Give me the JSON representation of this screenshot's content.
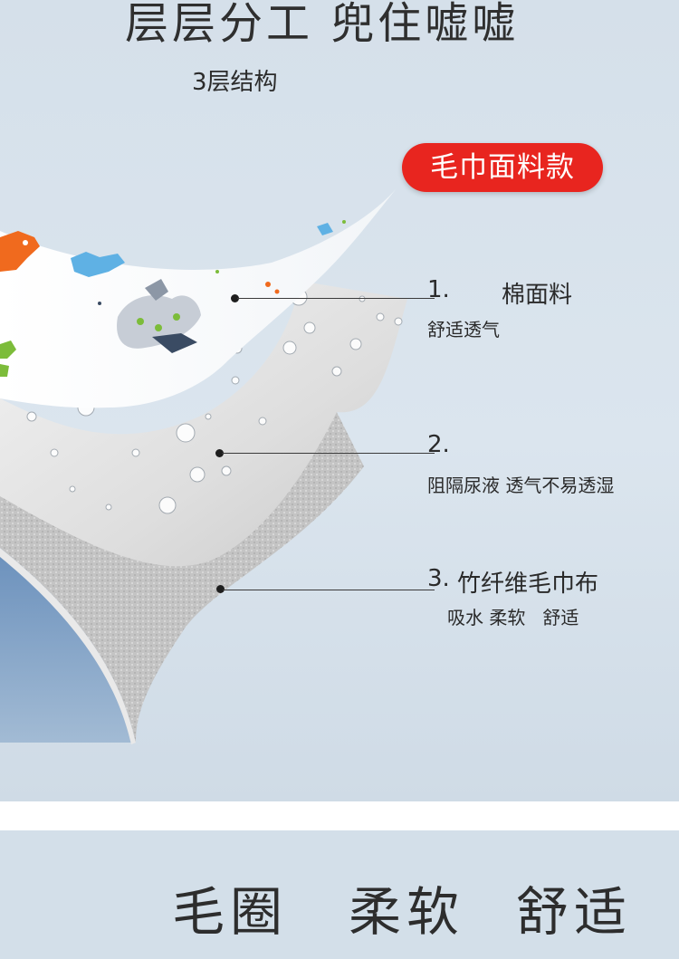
{
  "header": {
    "headline": "层层分工 兜住嘘嘘",
    "subtitle": "3层结构"
  },
  "badge": {
    "label": "毛巾面料款",
    "color": "#e8251f"
  },
  "layers": [
    {
      "number": "1.",
      "title": "棉面料",
      "description": "舒适透气"
    },
    {
      "number": "2.",
      "title": "",
      "description": "阻隔尿液 透气不易透湿"
    },
    {
      "number": "3.",
      "title": "竹纤维毛巾布",
      "description": "吸水 柔软   舒适"
    }
  ],
  "features": [
    "毛圈",
    "柔软",
    "舒适"
  ],
  "colors": {
    "background": "#d5e0ea",
    "accent": "#e8251f",
    "text": "#2a2a2a"
  }
}
